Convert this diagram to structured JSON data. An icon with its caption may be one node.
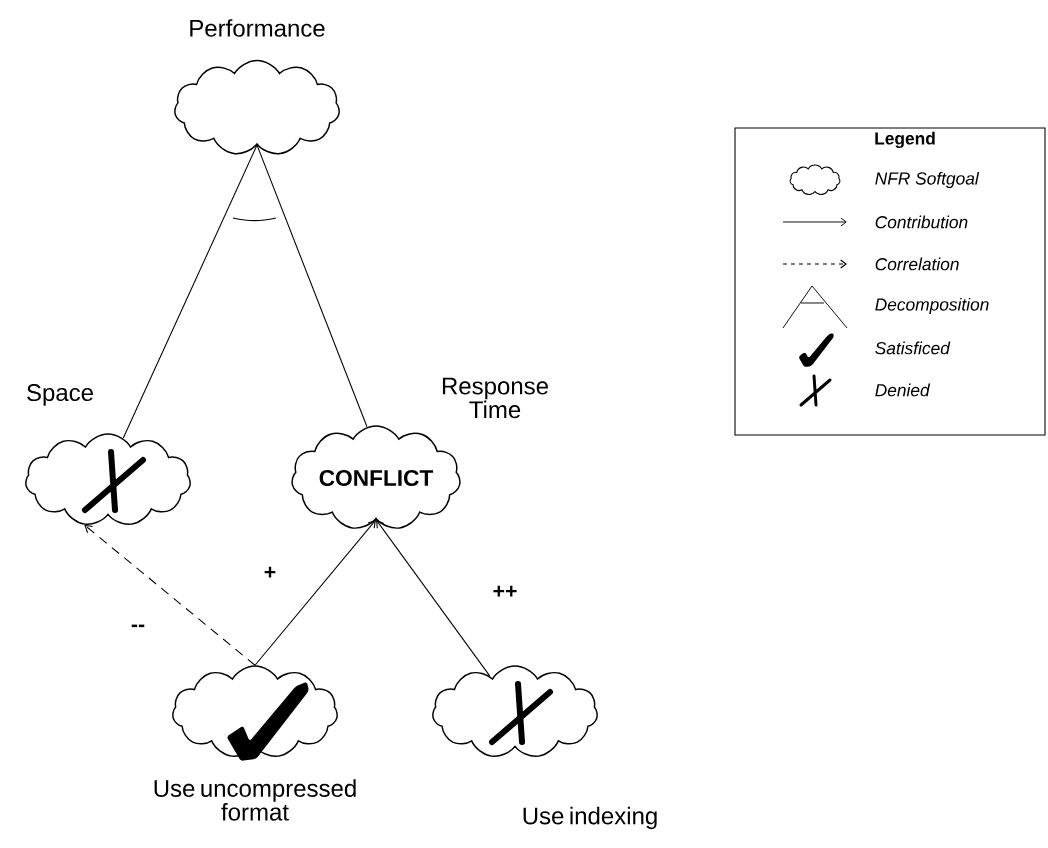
{
  "diagram": {
    "nodes": [
      {
        "text": [
          "Performance"
        ]
      },
      {
        "text": [
          "Space"
        ]
      },
      {
        "text": [
          "Response Time",
          "CONFLICT"
        ]
      },
      {
        "text": [
          "Use uncompressed format"
        ]
      },
      {
        "text": [
          "Use indexing"
        ]
      }
    ],
    "edges": [
      {
        "from": 1,
        "to": 0,
        "arrow": "none"
      },
      {
        "from": 2,
        "to": 0,
        "arrow": "none"
      },
      {
        "from": 3,
        "to": 1,
        "arrow": "to",
        "label": "--",
        "style": "dashed"
      },
      {
        "from": 3,
        "to": 2,
        "arrow": "to",
        "label": "+"
      },
      {
        "from": 4,
        "to": 2,
        "arrow": "to",
        "label": "++"
      }
    ],
    "labels": [
      "Legend"
    ],
    "legend": [
      {
        "text": "NFR Softgoal"
      },
      {
        "text": "Contribution"
      },
      {
        "text": "Correlation"
      },
      {
        "text": "Decomposition"
      },
      {
        "text": "Satisficed"
      },
      {
        "text": "Denied"
      }
    ]
  }
}
